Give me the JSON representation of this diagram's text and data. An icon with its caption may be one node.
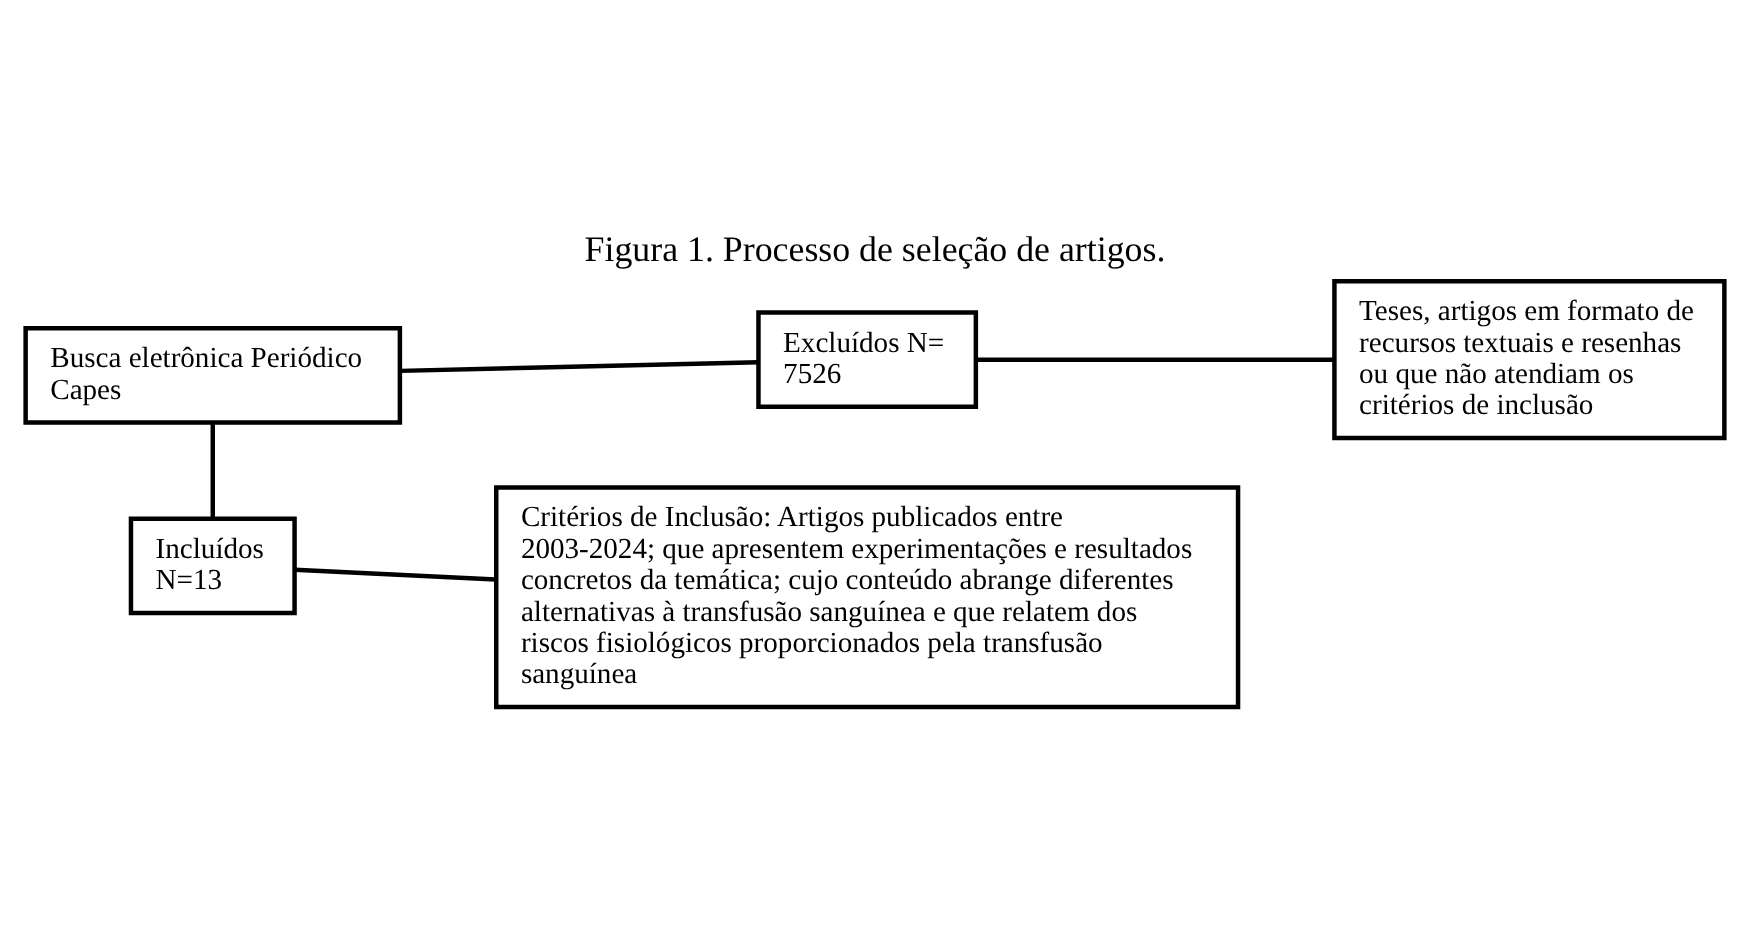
{
  "diagram": {
    "title": "Figura 1. Processo de seleção de artigos.",
    "nodes": [
      {
        "text": [
          "Busca eletrônica Periódico Capes"
        ]
      },
      {
        "text": [
          "Excluídos N= 7526"
        ]
      },
      {
        "text": [
          "Teses, artigos em formato de recursos textuais e resenhas ou que não atendiam os critérios de inclusão"
        ]
      },
      {
        "text": [
          "Incluídos N=13"
        ]
      },
      {
        "text": [
          "Critérios de Inclusão: Artigos publicados entre 2003-2024; que apresentem experimentações e resultados concretos da temática; cujo conteúdo abrange diferentes alternativas à transfusão sanguínea e que relatem dos riscos fisiológicos proporcionados pela transfusão sanguínea"
        ]
      }
    ],
    "edges": [
      {
        "from": 0,
        "to": 1,
        "arrow": "none"
      },
      {
        "from": 0,
        "to": 3,
        "arrow": "none"
      },
      {
        "from": 1,
        "to": 2,
        "arrow": "none"
      },
      {
        "from": 3,
        "to": 4,
        "arrow": "none"
      }
    ]
  }
}
